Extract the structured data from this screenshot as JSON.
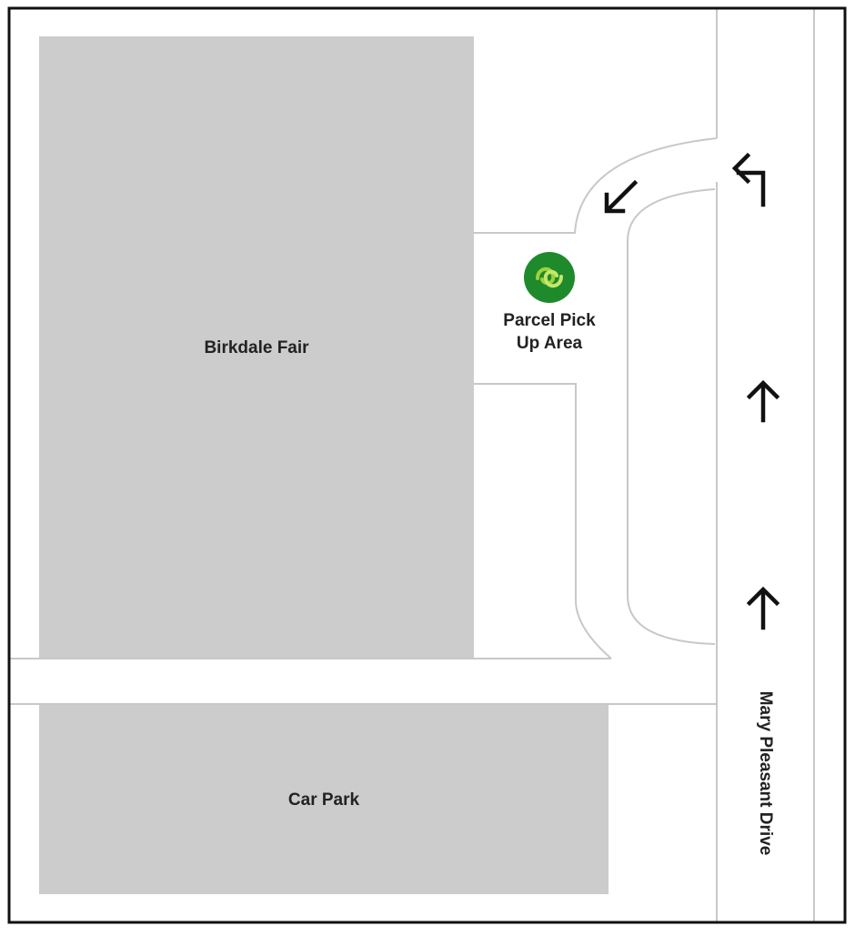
{
  "map": {
    "buildings": {
      "main": {
        "label": "Birkdale Fair"
      },
      "car_park": {
        "label": "Car Park"
      }
    },
    "pickup": {
      "line1": "Parcel Pick",
      "line2": "Up Area",
      "icon": "woolworths-logo-icon"
    },
    "street": {
      "label": "Mary Pleasant Drive"
    },
    "colors": {
      "block_fill": "#cccccc",
      "road_line": "#c8c8c8",
      "frame": "#111111",
      "arrow": "#111111",
      "logo_green": "#1f8a2c",
      "logo_light": "#9ed13a"
    }
  }
}
